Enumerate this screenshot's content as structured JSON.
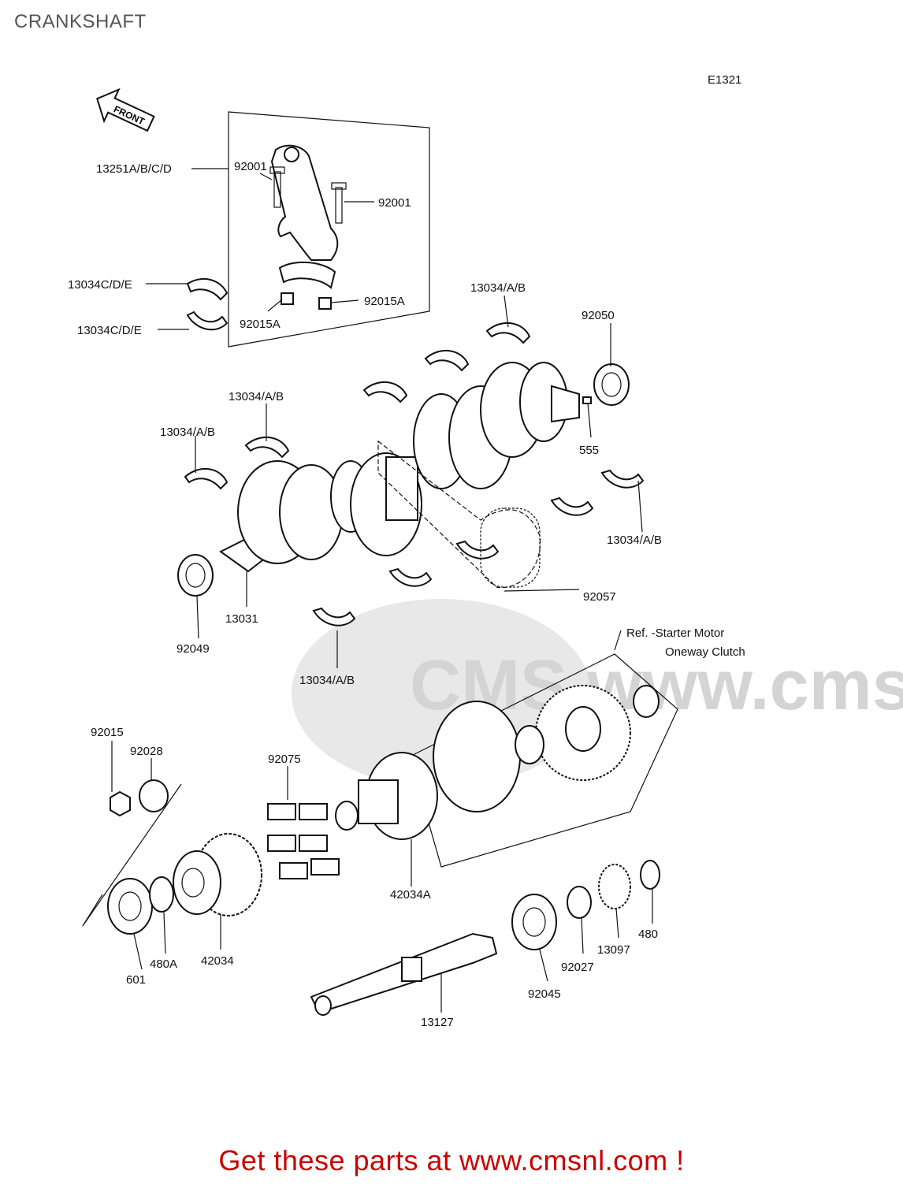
{
  "page": {
    "title": "CRANKSHAFT",
    "figure_code": "E1321",
    "footer_cta": "Get these parts at www.cmsnl.com !",
    "watermark": "CMS www.cmsnl.com",
    "front_arrow": "FRONT"
  },
  "colors": {
    "footer_text": "#cc0000",
    "title_text": "#555555",
    "line_art": "#111111",
    "watermark": "#d9d9d9"
  },
  "callouts": {
    "conrod_assy": "13251A/B/C/D",
    "bolt_left": "92001",
    "bolt_right": "92001",
    "rod_bearing_upper": "13034C/D/E",
    "rod_bearing_lower": "13034C/D/E",
    "nut_right": "92015A",
    "nut_left": "92015A",
    "main_bearing_top": "13034/A/B",
    "oil_seal_right": "92050",
    "main_bearing_mid": "13034/A/B",
    "main_bearing_left": "13034/A/B",
    "key": "555",
    "main_bearing_right_lower": "13034/A/B",
    "crankshaft": "13031",
    "oil_seal_left": "92049",
    "chain": "92057",
    "main_bearing_bottom": "13034/A/B",
    "starter_ref_line1": "Ref. -Starter Motor",
    "starter_ref_line2": "Oneway Clutch",
    "nut": "92015",
    "collar": "92028",
    "damper_rubber": "92075",
    "hub": "42034A",
    "bearing_601": "601",
    "circlip_480a": "480A",
    "sprocket_42034": "42034",
    "shaft": "13127",
    "bearing_92045": "92045",
    "collar_92027": "92027",
    "gear": "13097",
    "circlip_480": "480"
  }
}
